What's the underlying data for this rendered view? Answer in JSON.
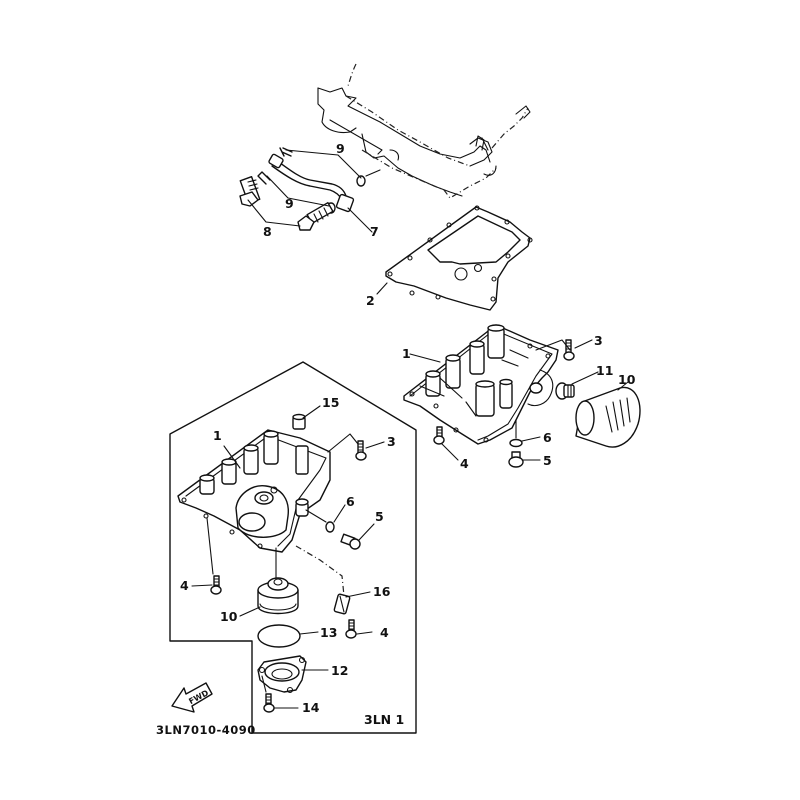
{
  "diagram": {
    "type": "exploded-parts-diagram",
    "subject": "Oil pan / oil filter assembly",
    "figure_code": "3LN7010-4090",
    "variant_label": "3LN 1",
    "direction_marker": "FWD",
    "callouts": {
      "c1_main": "1",
      "c2": "2",
      "c3_main": "3",
      "c4_main": "4",
      "c5_main": "5",
      "c6_main": "6",
      "c7": "7",
      "c8": "8",
      "c9_upper": "9",
      "c9_lower": "9",
      "c10_main": "10",
      "c11": "11",
      "c1_inset": "1",
      "c3_inset": "3",
      "c4_inset_a": "4",
      "c4_inset_b": "4",
      "c5_inset": "5",
      "c6_inset": "6",
      "c10_inset": "10",
      "c12": "12",
      "c13": "13",
      "c14": "14",
      "c15": "15",
      "c16": "16"
    },
    "parts": [
      {
        "ref": "1",
        "name": "oil-pan"
      },
      {
        "ref": "2",
        "name": "oil-pan-gasket"
      },
      {
        "ref": "3",
        "name": "bolt"
      },
      {
        "ref": "4",
        "name": "bolt"
      },
      {
        "ref": "5",
        "name": "drain-plug"
      },
      {
        "ref": "6",
        "name": "gasket-washer"
      },
      {
        "ref": "7",
        "name": "oil-delivery-pipe"
      },
      {
        "ref": "8",
        "name": "union-bolt"
      },
      {
        "ref": "9",
        "name": "copper-washer"
      },
      {
        "ref": "10",
        "name": "oil-filter-cartridge"
      },
      {
        "ref": "11",
        "name": "filter-union-bolt"
      },
      {
        "ref": "12",
        "name": "filter-housing-cover"
      },
      {
        "ref": "13",
        "name": "o-ring"
      },
      {
        "ref": "14",
        "name": "bolt"
      },
      {
        "ref": "15",
        "name": "dowel-pin"
      },
      {
        "ref": "16",
        "name": "clamp"
      }
    ]
  }
}
